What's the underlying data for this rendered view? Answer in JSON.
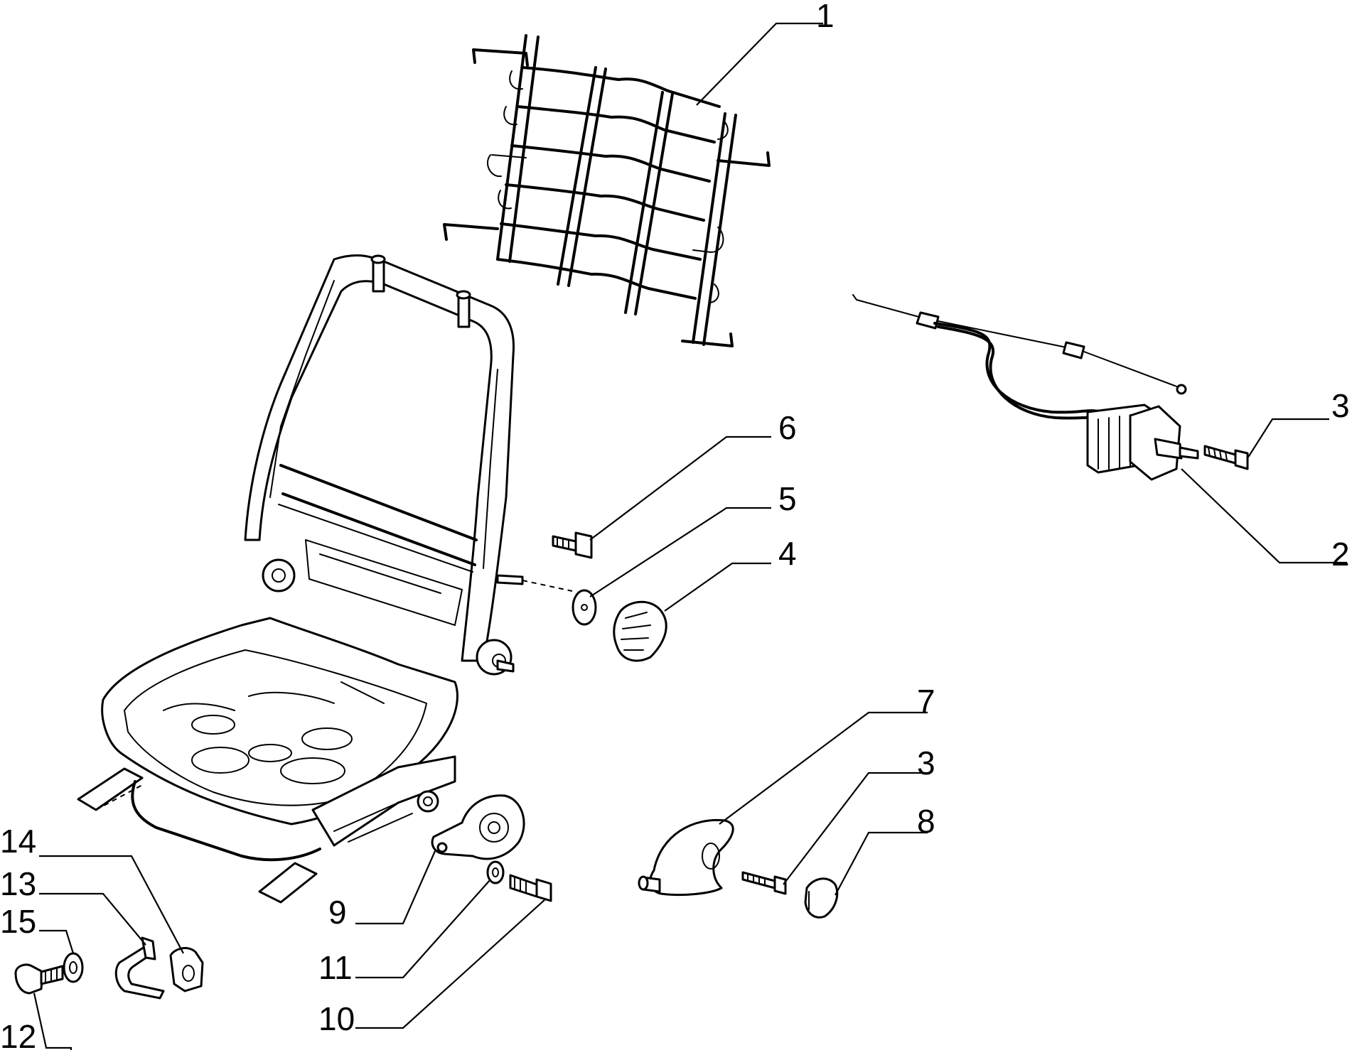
{
  "callouts": [
    {
      "id": "c1",
      "label": "1"
    },
    {
      "id": "c2",
      "label": "2"
    },
    {
      "id": "c3a",
      "label": "3"
    },
    {
      "id": "c3b",
      "label": "3"
    },
    {
      "id": "c4",
      "label": "4"
    },
    {
      "id": "c5",
      "label": "5"
    },
    {
      "id": "c6",
      "label": "6"
    },
    {
      "id": "c7",
      "label": "7"
    },
    {
      "id": "c8",
      "label": "8"
    },
    {
      "id": "c9",
      "label": "9"
    },
    {
      "id": "c10",
      "label": "10"
    },
    {
      "id": "c11",
      "label": "11"
    },
    {
      "id": "c12",
      "label": "12"
    },
    {
      "id": "c13",
      "label": "13"
    },
    {
      "id": "c14",
      "label": "14"
    },
    {
      "id": "c15",
      "label": "15"
    }
  ]
}
